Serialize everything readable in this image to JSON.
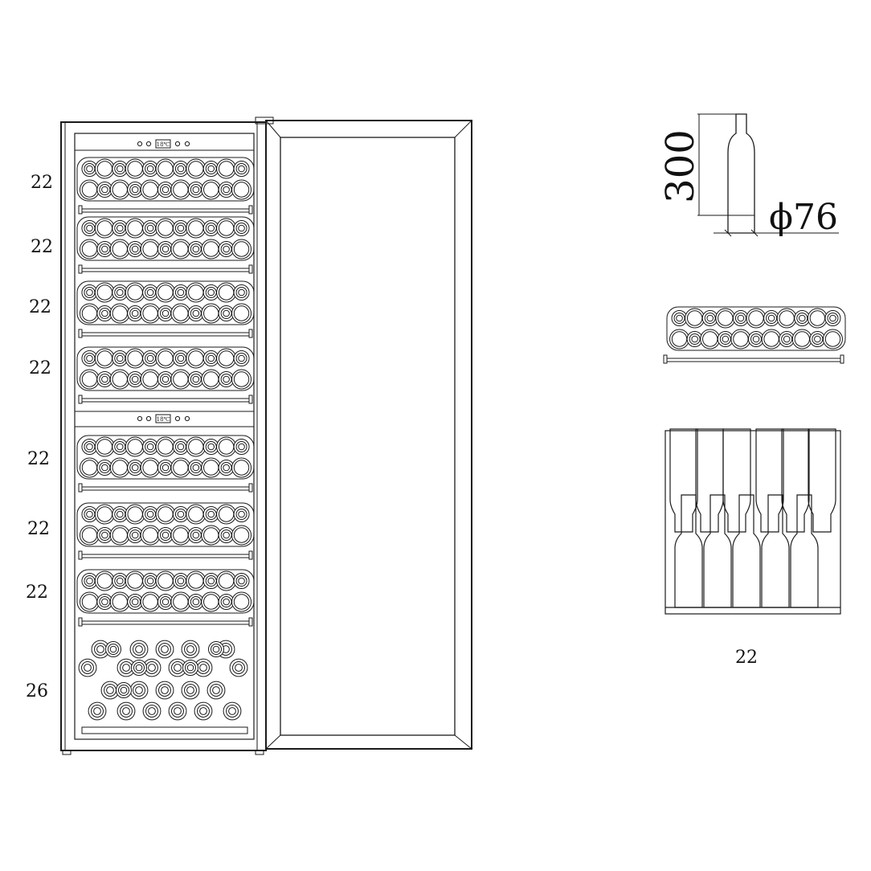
{
  "shelf_counts": [
    "22",
    "22",
    "22",
    "22",
    "22",
    "22",
    "22",
    "26"
  ],
  "bottle_dims": {
    "height": "300",
    "diameter": "ϕ76"
  },
  "shelf_detail_count": "22",
  "displays": [
    "18℃",
    "18℃"
  ],
  "colors": {
    "line": "#1a1a1a",
    "background": "#ffffff"
  }
}
